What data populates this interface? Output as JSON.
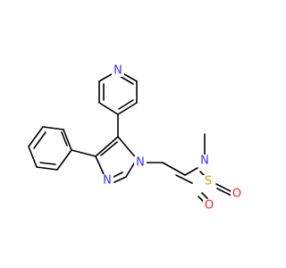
{
  "atom_labels": {
    "n_pyridine": "N",
    "n_imidazole_1": "N",
    "n_imidazole_3": "N",
    "n_amine": "N",
    "s_sulfonyl": "S",
    "o_sulfonyl_1": "O",
    "o_sulfonyl_2": "O"
  },
  "colors": {
    "bond": "#000000",
    "nitrogen": "#3333ff",
    "sulfur": "#c8a000",
    "oxygen": "#ff2020",
    "background": "#ffffff"
  }
}
